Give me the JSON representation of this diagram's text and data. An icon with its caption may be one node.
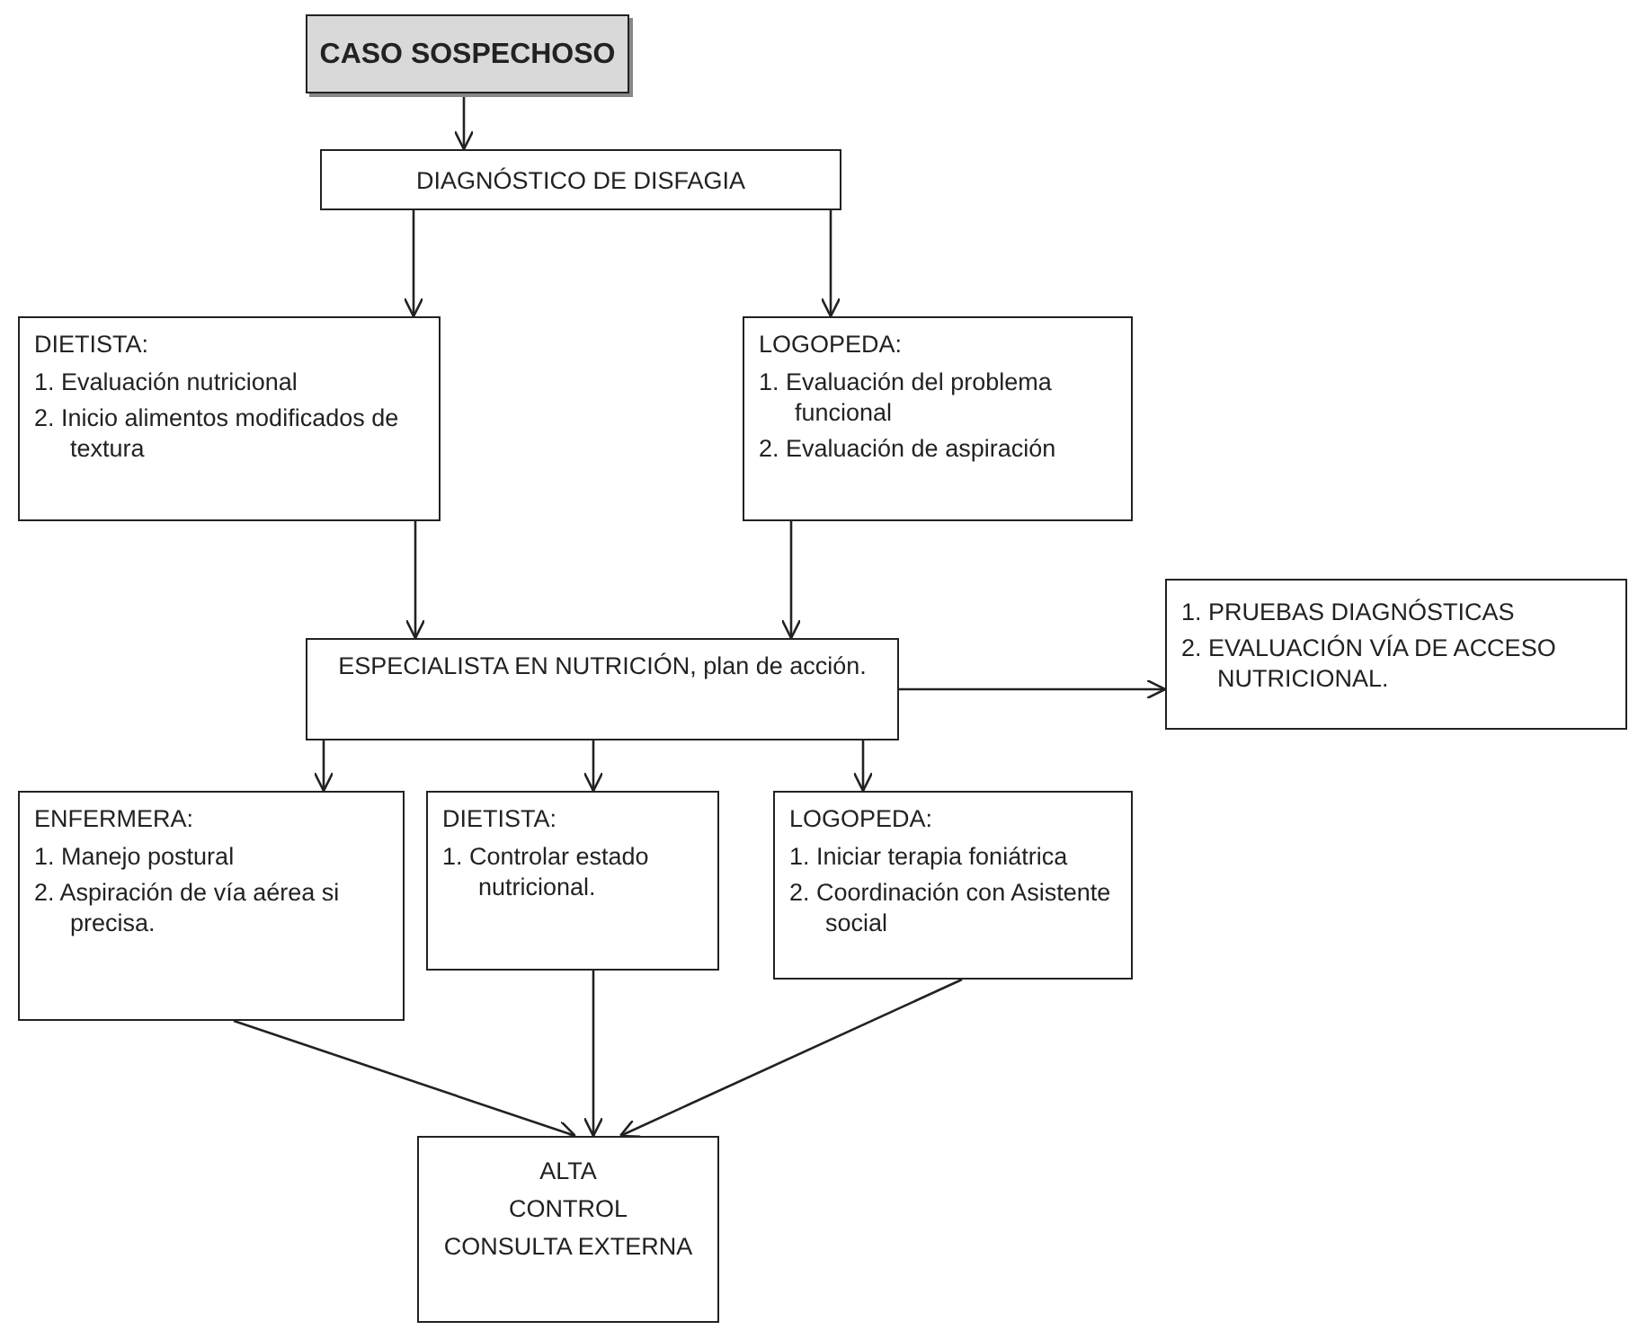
{
  "diagram": {
    "nodes": [
      {
        "text": [
          "CASO SOSPECHOSO"
        ]
      },
      {
        "text": [
          "DIAGNÓSTICO DE DISFAGIA"
        ]
      },
      {
        "text": [
          "DIETISTA:",
          "1. Evaluación nutricional",
          "2. Inicio alimentos modificados de textura"
        ]
      },
      {
        "text": [
          "LOGOPEDA:",
          "1. Evaluación del problema funcional",
          "2. Evaluación de aspiración"
        ]
      },
      {
        "text": [
          "ESPECIALISTA EN NUTRICIÓN, plan de acción."
        ]
      },
      {
        "text": [
          "1. PRUEBAS DIAGNÓSTICAS",
          "2. EVALUACIÓN VÍA DE ACCESO NUTRICIONAL."
        ]
      },
      {
        "text": [
          "ENFERMERA:",
          "1. Manejo postural",
          "2. Aspiración de vía aérea si precisa."
        ]
      },
      {
        "text": [
          "DIETISTA:",
          "1. Controlar estado nutricional."
        ]
      },
      {
        "text": [
          "LOGOPEDA:",
          "1. Iniciar terapia foniátrica",
          "2. Coordinación con Asistente social"
        ]
      },
      {
        "text": [
          "ALTA",
          "CONTROL",
          "CONSULTA EXTERNA"
        ]
      }
    ],
    "edges": [
      {
        "from": 0,
        "to": 1,
        "arrow": "to"
      },
      {
        "from": 1,
        "to": 2,
        "arrow": "to"
      },
      {
        "from": 1,
        "to": 3,
        "arrow": "to"
      },
      {
        "from": 2,
        "to": 4,
        "arrow": "to"
      },
      {
        "from": 3,
        "to": 4,
        "arrow": "to"
      },
      {
        "from": 4,
        "to": 5,
        "arrow": "to"
      },
      {
        "from": 4,
        "to": 6,
        "arrow": "to"
      },
      {
        "from": 4,
        "to": 7,
        "arrow": "to"
      },
      {
        "from": 4,
        "to": 8,
        "arrow": "to"
      },
      {
        "from": 6,
        "to": 9,
        "arrow": "to"
      },
      {
        "from": 7,
        "to": 9,
        "arrow": "to"
      },
      {
        "from": 8,
        "to": 9,
        "arrow": "to"
      }
    ]
  }
}
